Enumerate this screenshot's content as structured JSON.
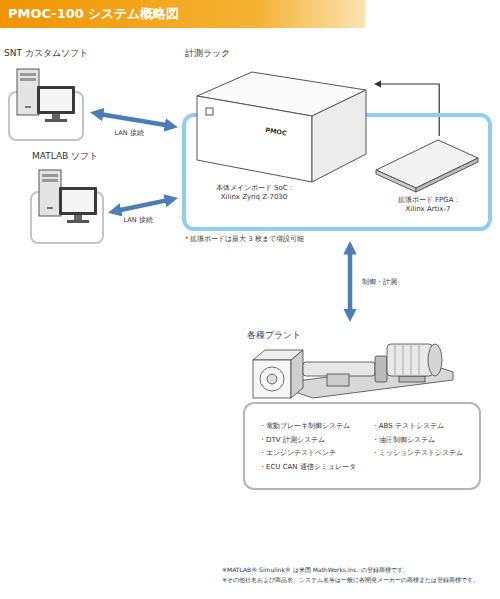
{
  "diagram": {
    "title": "PMOC-100 システム概略図",
    "nodes": [
      {
        "text": [
          "SNT カスタムソフト"
        ]
      },
      {
        "text": [
          "MATLAB ソフト"
        ]
      },
      {
        "text": [
          "計測ラック"
        ]
      },
      {
        "text": [
          "PMOC",
          "本体メインボード SoC : Xilinx Zynq Z-7030"
        ],
        "in": 2
      },
      {
        "text": [
          "拡張ボード FPGA : Xilinx Artix-7"
        ],
        "in": 2
      },
      {
        "text": [
          "各種プラント",
          "・電動ブレーキ制御システム",
          "・DTV 計測システム",
          "・エンジンテストベンチ",
          "・ECU CAN 通信シミュレータ",
          "・ABS テストシステム",
          "・油圧制御システム",
          "・ミッションテストシステム"
        ]
      }
    ],
    "edges": [
      {
        "from": 0,
        "to": 2,
        "label": "LAN 接続",
        "arrow": "both"
      },
      {
        "from": 1,
        "to": 2,
        "label": "LAN 接続",
        "arrow": "both"
      },
      {
        "from": 2,
        "to": 5,
        "label": "制御・計測",
        "arrow": "both"
      },
      {
        "from": 4,
        "to": 3,
        "arrow": "to"
      }
    ],
    "labels": [
      "* 拡張ボードは最大 3 枚まで増設可能",
      "※MATLAB® Simulink® は米国 MathWorks,Inc. の登録商標です。",
      "※その他社名および商品名、システム名等は一般に各開発メーカーの商標または登録商標です。"
    ]
  }
}
